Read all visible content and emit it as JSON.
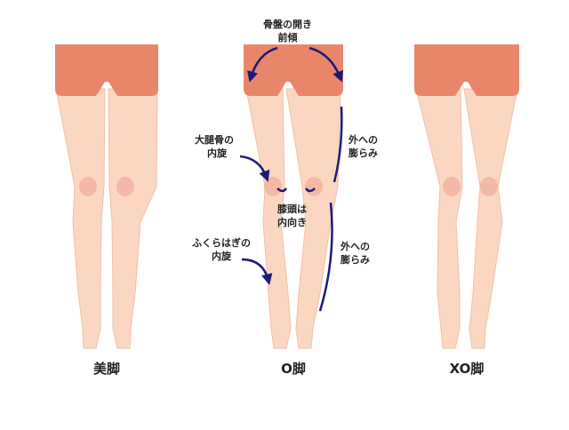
{
  "figures": [
    {
      "caption": "美脚",
      "type": "straight"
    },
    {
      "caption": "O脚",
      "type": "bow"
    },
    {
      "caption": "XO脚",
      "type": "xo"
    }
  ],
  "annotations": {
    "pelvis": [
      "骨盤の開き",
      "前傾"
    ],
    "femur": [
      "大腿骨の",
      "内旋"
    ],
    "outer_upper": [
      "外への",
      "膨らみ"
    ],
    "kneecap": [
      "膝頭は",
      "内向き"
    ],
    "outer_lower": [
      "外への",
      "膨らみ"
    ],
    "calf": [
      "ふくらはぎの",
      "内旋"
    ]
  },
  "colors": {
    "skin": "#fbd7c2",
    "skin_edge": "#f2bfa6",
    "shorts": "#e9866a",
    "knee": "#f4b8a6",
    "arrow": "#1b1b7a"
  }
}
